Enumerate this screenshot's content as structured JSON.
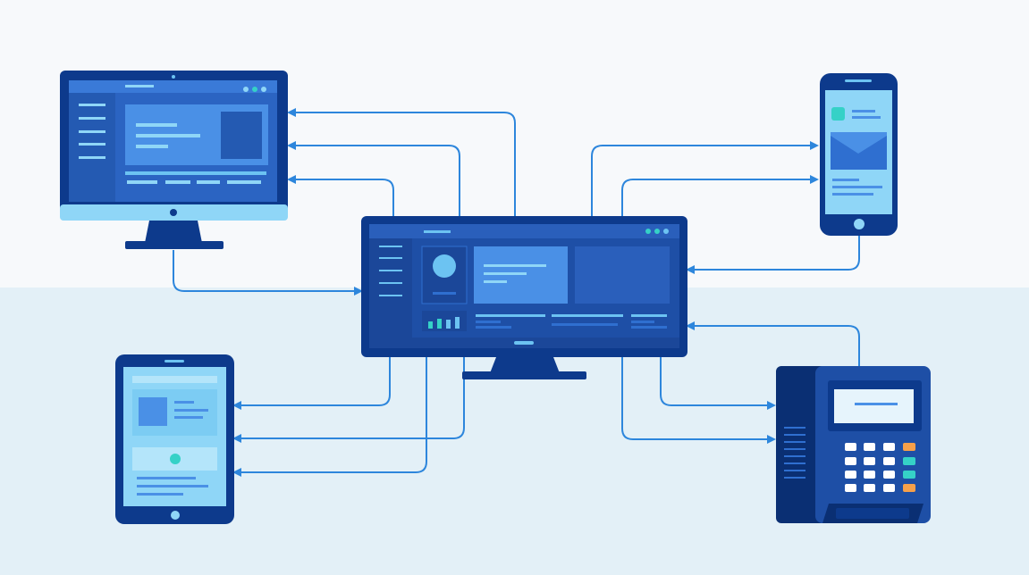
{
  "colors": {
    "background_top": "#f7f9fb",
    "background_bottom": "#e3f0f7",
    "device_frame": "#0d3a8c",
    "device_frame_dark": "#0a2f73",
    "screen_blue": "#2f6fd0",
    "screen_light": "#6cc3f2",
    "panel_light": "#8fd6f7",
    "accent_teal": "#35d1c7",
    "accent_orange": "#f6a04a",
    "connector_line": "#2d86dc"
  },
  "diagram": {
    "nodes": [
      {
        "id": "central-display",
        "kind": "wide monitor"
      },
      {
        "id": "desktop-monitor",
        "kind": "desktop monitor"
      },
      {
        "id": "smartphone",
        "kind": "smartphone"
      },
      {
        "id": "tablet",
        "kind": "tablet"
      },
      {
        "id": "pos-terminal",
        "kind": "payment terminal"
      }
    ],
    "connections": [
      {
        "from": "central-display",
        "to": "desktop-monitor",
        "count": 4
      },
      {
        "from": "central-display",
        "to": "smartphone",
        "count": 3
      },
      {
        "from": "central-display",
        "to": "tablet",
        "count": 3
      },
      {
        "from": "central-display",
        "to": "pos-terminal",
        "count": 3
      }
    ]
  }
}
